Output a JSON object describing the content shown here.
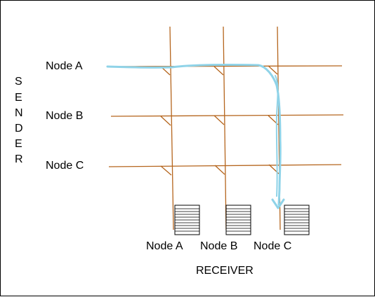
{
  "colors": {
    "wire": "#b5651d",
    "path": "#8fd3e8",
    "buffer_lines": "#000000",
    "border": "#000000",
    "text": "#000000"
  },
  "sender": {
    "label_letters": [
      "S",
      "E",
      "N",
      "D",
      "E",
      "R"
    ],
    "rows": [
      {
        "label": "Node A"
      },
      {
        "label": "Node B"
      },
      {
        "label": "Node C"
      }
    ]
  },
  "receiver": {
    "label": "RECEIVER",
    "columns": [
      {
        "label": "Node A"
      },
      {
        "label": "Node B"
      },
      {
        "label": "Node C"
      }
    ]
  },
  "highlighted_route": {
    "from": "Node A",
    "to": "Node C"
  }
}
